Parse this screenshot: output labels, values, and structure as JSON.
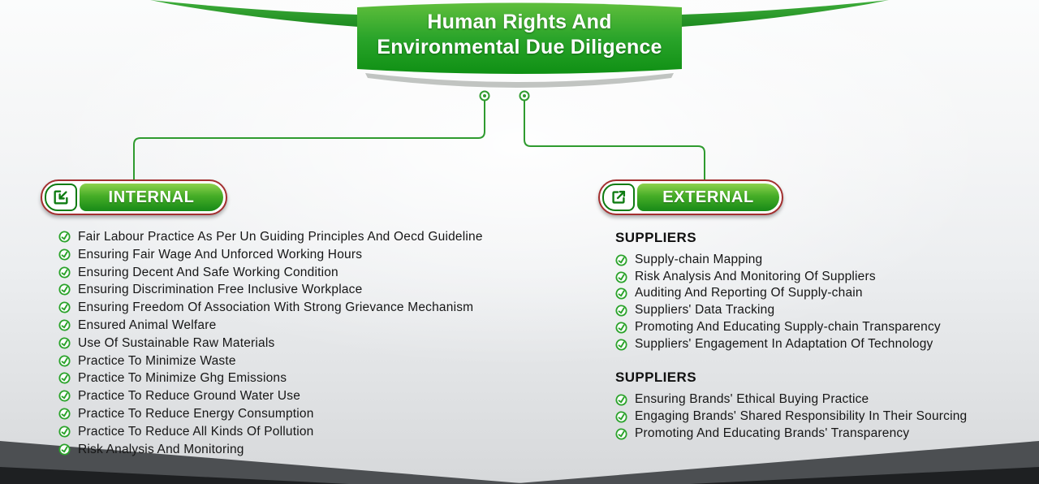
{
  "banner": {
    "line1": "Human Rights And",
    "line2": "Environmental Due Diligence"
  },
  "sections": {
    "internal": {
      "label": "INTERNAL",
      "items": [
        "Fair Labour Practice As Per Un Guiding Principles And Oecd Guideline",
        "Ensuring Fair Wage And Unforced Working Hours",
        "Ensuring Decent And Safe Working Condition",
        "Ensuring Discrimination Free Inclusive Workplace",
        "Ensuring Freedom Of Association With Strong Grievance Mechanism",
        "Ensured Animal Welfare",
        "Use Of Sustainable Raw Materials",
        "Practice To Minimize Waste",
        "Practice To Minimize Ghg Emissions",
        "Practice To Reduce Ground Water Use",
        "Practice To Reduce Energy Consumption",
        "Practice To Reduce All Kinds Of Pollution",
        "Risk Analysis And Monitoring"
      ]
    },
    "external": {
      "label": "EXTERNAL",
      "groups": [
        {
          "heading": "SUPPLIERS",
          "items": [
            "Supply-chain Mapping",
            "Risk Analysis And Monitoring Of Suppliers",
            "Auditing And Reporting Of Supply-chain",
            "Suppliers' Data Tracking",
            "Promoting And Educating Supply-chain Transparency",
            "Suppliers' Engagement In Adaptation Of Technology"
          ]
        },
        {
          "heading": "SUPPLIERS",
          "items": [
            "Ensuring Brands' Ethical Buying Practice",
            "Engaging Brands' Shared Responsibility In Their Sourcing",
            "Promoting And Educating Brands' Transparency"
          ]
        }
      ]
    }
  },
  "colors": {
    "accent_green": "#2f9b2f",
    "banner_green_top": "#5fbe3c",
    "banner_green_bottom": "#0f9014",
    "badge_outline_red": "#a32f2f",
    "text": "#161616",
    "corner_gray": "#4c4f52",
    "corner_dark": "#1e2022"
  },
  "icons": {
    "check": "check-icon",
    "internal_badge": "arrow-into-box-icon",
    "external_badge": "arrow-out-of-box-icon",
    "connector": "connector-node-icon"
  }
}
